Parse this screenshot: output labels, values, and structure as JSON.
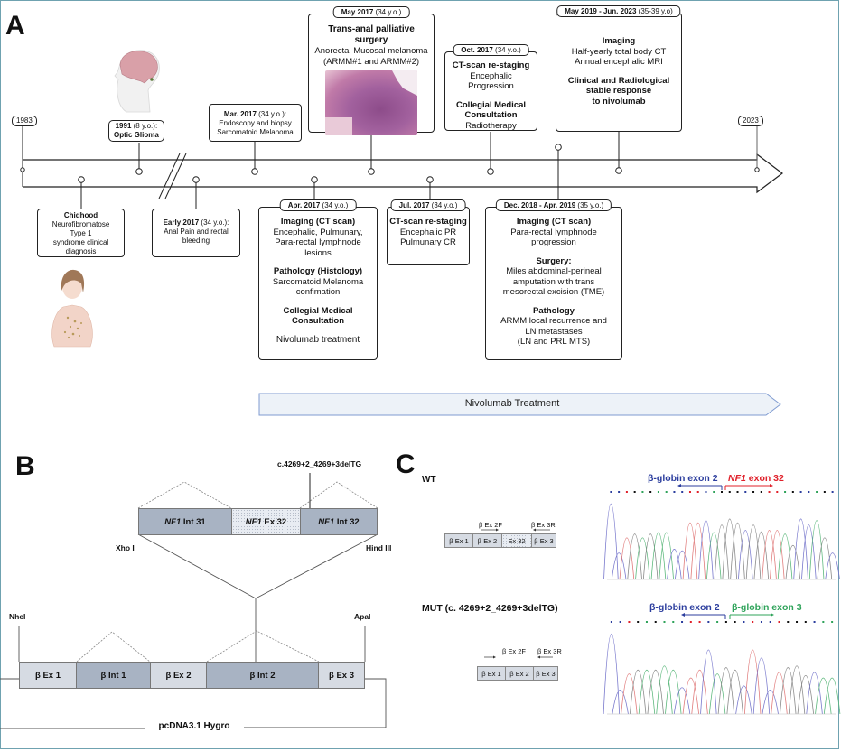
{
  "panels": {
    "a": "A",
    "b": "B",
    "c": "C"
  },
  "timeline": {
    "start_year": "1983",
    "end_year": "2023",
    "above": [
      {
        "id": "optic",
        "date": "1991",
        "age": "(8 y.o.):",
        "lines": [
          {
            "bold": true,
            "text": "Optic Glioma"
          }
        ]
      },
      {
        "id": "mar2017",
        "date": "Mar. 2017",
        "age": "(34 y.o.):",
        "lines": [
          {
            "bold": false,
            "text": "Endoscopy and biopsy"
          },
          {
            "bold": false,
            "text": "Sarcomatoid Melanoma"
          }
        ]
      },
      {
        "id": "may2017",
        "date": "May 2017",
        "age": "(34 y.o.)",
        "lines": [
          {
            "bold": true,
            "text": "Trans-anal palliative surgery"
          },
          {
            "bold": false,
            "text": "Anorectal Mucosal melanoma"
          },
          {
            "bold": false,
            "text": "(ARMM#1 and ARMM#2)"
          }
        ]
      },
      {
        "id": "oct2017",
        "date": "Oct. 2017",
        "age": "(34 y.o.)",
        "lines": [
          {
            "bold": true,
            "text": "CT-scan re-staging"
          },
          {
            "bold": false,
            "text": "Encephalic"
          },
          {
            "bold": false,
            "text": "Progression"
          },
          {
            "bold": true,
            "text": "Collegial Medical"
          },
          {
            "bold": true,
            "text": "Consultation"
          },
          {
            "bold": false,
            "text": "Radiotherapy"
          }
        ]
      },
      {
        "id": "may2019",
        "date": "May 2019 - Jun. 2023",
        "age": "(35-39 y.o)",
        "lines": [
          {
            "bold": true,
            "text": "Imaging"
          },
          {
            "bold": false,
            "text": "Half-yearly total body CT"
          },
          {
            "bold": false,
            "text": "Annual encephalic MRI"
          },
          {
            "bold": true,
            "text": "Clinical and Radiological"
          },
          {
            "bold": true,
            "text": "stable response"
          },
          {
            "bold": true,
            "text": "to nivolumab"
          }
        ]
      }
    ],
    "below": [
      {
        "id": "child",
        "date": "Chidhood",
        "lines": [
          "Neurofibromatose",
          "Type 1",
          "syndrome clinical",
          "diagnosis"
        ]
      },
      {
        "id": "early2017",
        "date": "Early 2017",
        "age": "(34 y.o.):",
        "lines": [
          "Anal Pain and rectal",
          "bleeding"
        ]
      },
      {
        "id": "apr2017",
        "date": "Apr. 2017",
        "age": "(34 y.o.)",
        "lines": [
          {
            "bold": true,
            "text": "Imaging (CT scan)"
          },
          {
            "bold": false,
            "text": "Encephalic, Pulmunary,"
          },
          {
            "bold": false,
            "text": "Para-rectal lymphnode"
          },
          {
            "bold": false,
            "text": "lesions"
          },
          {
            "bold": true,
            "text": "Pathology (Histology)"
          },
          {
            "bold": false,
            "text": "Sarcomatoid Melanoma"
          },
          {
            "bold": false,
            "text": "confimation"
          },
          {
            "bold": true,
            "text": "Collegial Medical"
          },
          {
            "bold": true,
            "text": "Consultation"
          },
          {
            "bold": false,
            "text": "Nivolumab treatment"
          }
        ]
      },
      {
        "id": "jul2017",
        "date": "Jul. 2017",
        "age": "(34 y.o.)",
        "lines": [
          {
            "bold": true,
            "text": "CT-scan re-staging"
          },
          {
            "bold": false,
            "text": "Encephalic PR"
          },
          {
            "bold": false,
            "text": "Pulmunary CR"
          }
        ]
      },
      {
        "id": "dec2018",
        "date": "Dec. 2018 - Apr. 2019",
        "age": "(35 y.o.)",
        "lines": [
          {
            "bold": true,
            "text": "Imaging (CT scan)"
          },
          {
            "bold": false,
            "text": "Para-rectal lymphnode"
          },
          {
            "bold": false,
            "text": "progression"
          },
          {
            "bold": true,
            "text": "Surgery:"
          },
          {
            "bold": false,
            "text": "Miles abdominal-perineal"
          },
          {
            "bold": false,
            "text": "amputation with trans"
          },
          {
            "bold": false,
            "text": "mesorectal excision (TME)"
          },
          {
            "bold": true,
            "text": "Pathology"
          },
          {
            "bold": false,
            "text": "ARMM local recurrence and"
          },
          {
            "bold": false,
            "text": "LN metastases"
          },
          {
            "bold": false,
            "text": "(LN and PRL MTS)"
          }
        ]
      }
    ],
    "treatment_bar": "Nivolumab Treatment"
  },
  "construct": {
    "mutation": "c.4269+2_4269+3delTG",
    "nf1_segments": [
      {
        "italic": "NF1",
        "text": " Int 31",
        "style": "dark"
      },
      {
        "italic": "NF1",
        "text": " Ex 32",
        "style": "dot"
      },
      {
        "italic": "NF1",
        "text": " Int 32",
        "style": "dark"
      }
    ],
    "left_site": "Xho I",
    "right_site": "Hind III",
    "outer_left_site": "NheI",
    "outer_right_site": "ApaI",
    "beta_segments": [
      {
        "text": "β Ex 1",
        "style": "light"
      },
      {
        "text": "β Int 1",
        "style": "dark"
      },
      {
        "text": "β Ex 2",
        "style": "light"
      },
      {
        "text": "β Int 2",
        "style": "dark"
      },
      {
        "text": "β Ex 3",
        "style": "light"
      }
    ],
    "vector": "pcDNA3.1 Hygro"
  },
  "sequencing": {
    "wt": {
      "label": "WT",
      "primer_f": "β Ex 2F",
      "primer_r": "β Ex 3R",
      "segments": [
        "β Ex 1",
        "β Ex 2",
        "Ex 32",
        "β Ex 3"
      ],
      "left_label": "β-globin exon 2",
      "right_label_italic": "NF1",
      "right_label": " exon 32",
      "left_color": "#2c3e9e",
      "right_color": "#e0202a"
    },
    "mut": {
      "label": "MUT (c. 4269+2_4269+3delTG)",
      "primer_f": "β Ex 2F",
      "primer_r": "β Ex 3R",
      "segments": [
        "β Ex 1",
        "β Ex 2",
        "β Ex 3"
      ],
      "left_label": "β-globin exon 2",
      "right_label": "β-globin exon 3",
      "left_color": "#2c3e9e",
      "right_color": "#2fa35a"
    }
  }
}
